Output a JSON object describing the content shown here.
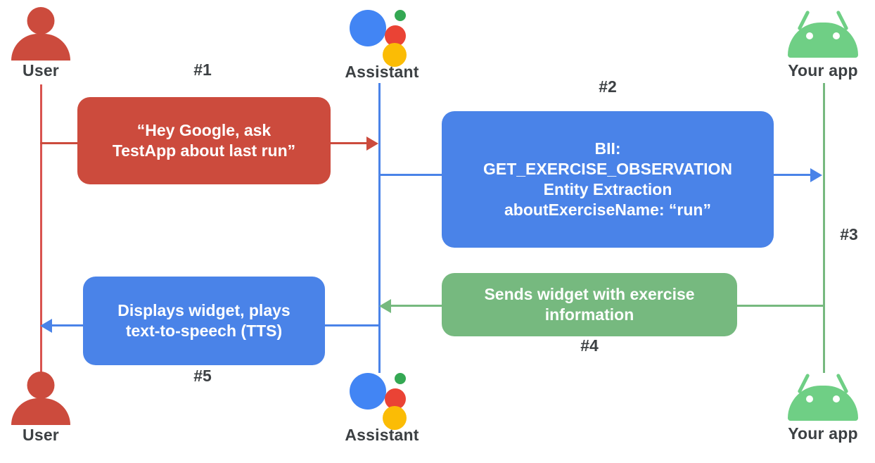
{
  "diagram": {
    "title": "Google Assistant App Actions sequence diagram",
    "colors": {
      "user_red": "#cc4b3d",
      "assistant_blue": "#4a83e8",
      "app_green": "#76b97f",
      "label_gray": "#3c4043",
      "assistant_dot_blue": "#4285f4",
      "assistant_dot_red": "#ea4335",
      "assistant_dot_yellow": "#fbbc05",
      "assistant_dot_green": "#34a853",
      "android_green": "#6fcf85"
    }
  },
  "actors": {
    "user_top": {
      "label": "User",
      "icon": "person-icon"
    },
    "assistant_top": {
      "label": "Assistant",
      "icon": "google-assistant-icon"
    },
    "app_top": {
      "label": "Your app",
      "icon": "android-robot-icon"
    },
    "user_bottom": {
      "label": "User",
      "icon": "person-icon"
    },
    "assistant_bottom": {
      "label": "Assistant",
      "icon": "google-assistant-icon"
    },
    "app_bottom": {
      "label": "Your app",
      "icon": "android-robot-icon"
    }
  },
  "steps": {
    "s1": "#1",
    "s2": "#2",
    "s3": "#3",
    "s4": "#4",
    "s5": "#5"
  },
  "messages": {
    "utterance": {
      "color": "red",
      "line1": "“Hey Google, ask",
      "line2": "TestApp about last run”"
    },
    "bii": {
      "color": "blue",
      "line1": "BII:",
      "line2": "GET_EXERCISE_OBSERVATION",
      "line3": "Entity Extraction",
      "line4": "aboutExerciseName: “run”"
    },
    "widget": {
      "color": "green",
      "line1": "Sends widget with exercise",
      "line2": "information"
    },
    "display": {
      "color": "blue",
      "line1": "Displays widget, plays",
      "line2": "text-to-speech (TTS)"
    }
  }
}
